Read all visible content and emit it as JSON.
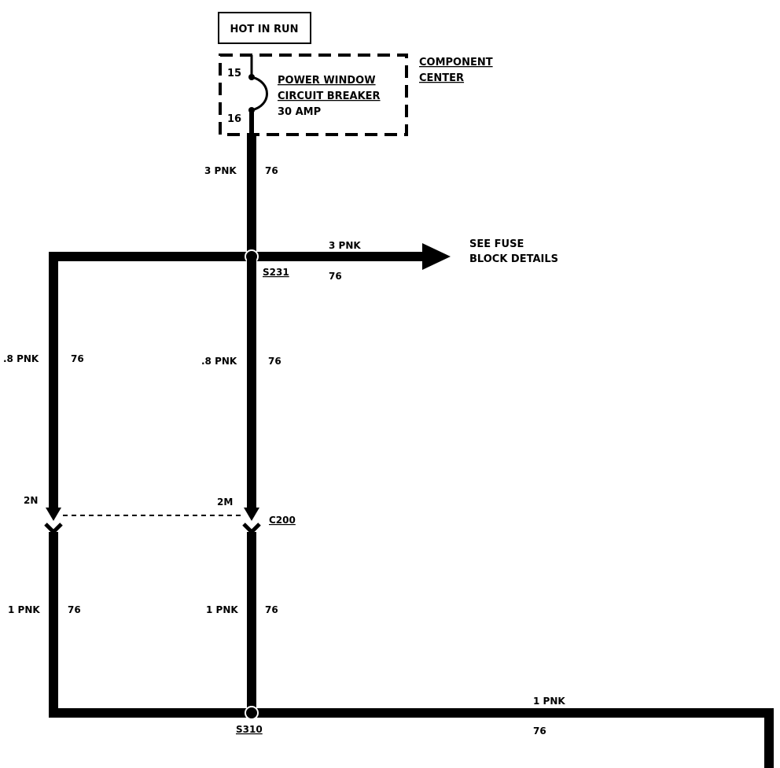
{
  "power_source": {
    "label": "HOT IN RUN"
  },
  "component_center": {
    "label_line1": "COMPONENT",
    "label_line2": "CENTER",
    "breaker": {
      "pin_top": "15",
      "pin_bottom": "16",
      "name_line1": "POWER WINDOW",
      "name_line2": "CIRCUIT BREAKER",
      "rating": "30 AMP"
    }
  },
  "wires": {
    "breaker_to_s231": {
      "size_color": "3 PNK",
      "circuit": "76"
    },
    "to_fuse_block": {
      "size_color": "3 PNK",
      "circuit": "76"
    },
    "left_upper": {
      "size_color": ".8 PNK",
      "circuit": "76"
    },
    "center_upper": {
      "size_color": ".8 PNK",
      "circuit": "76"
    },
    "left_lower": {
      "size_color": "1 PNK",
      "circuit": "76"
    },
    "center_lower": {
      "size_color": "1 PNK",
      "circuit": "76"
    },
    "right_bottom": {
      "size_color": "1 PNK",
      "circuit": "76"
    }
  },
  "splices": {
    "s231": "S231",
    "s310": "S310"
  },
  "connector": {
    "name": "C200",
    "pin_left": "2N",
    "pin_right": "2M"
  },
  "reference": {
    "line1": "SEE FUSE",
    "line2": "BLOCK DETAILS"
  }
}
